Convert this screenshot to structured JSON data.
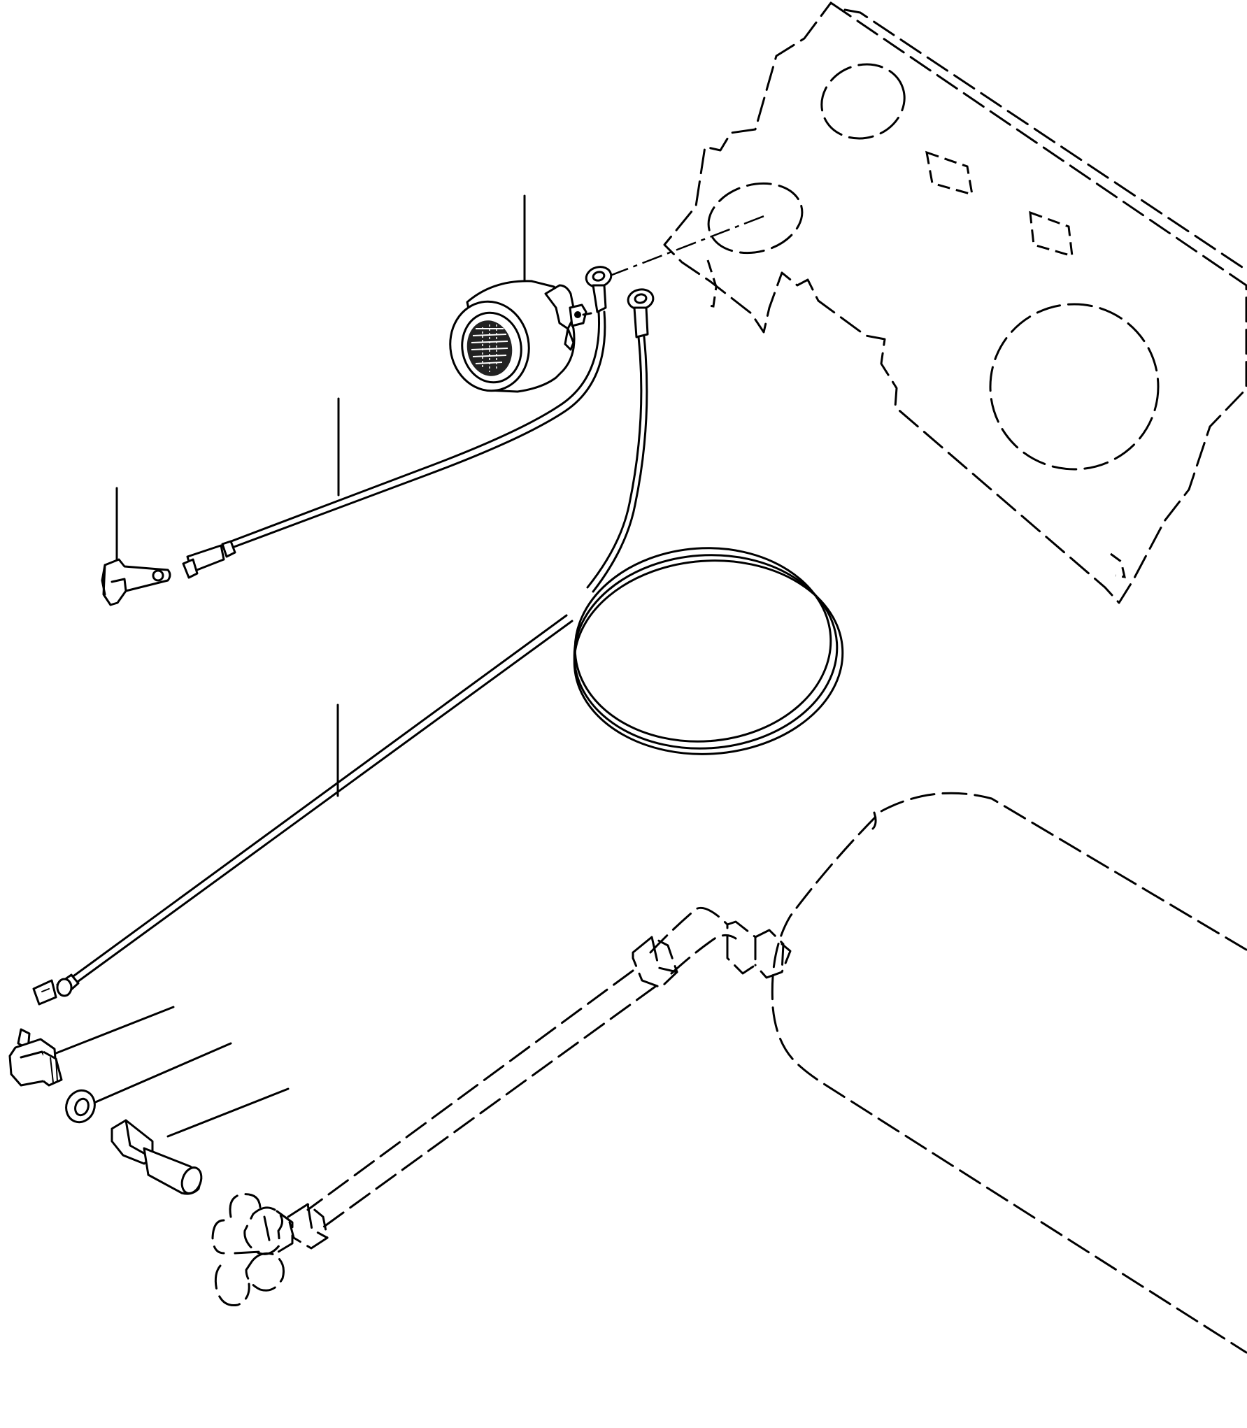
{
  "diagram": {
    "kind": "exploded parts view",
    "colors": {
      "line": "#000000",
      "background": "#ffffff"
    },
    "parts": [
      {
        "name": "gauge",
        "line_style": "solid"
      },
      {
        "name": "gauge-wire-lead",
        "line_style": "solid"
      },
      {
        "name": "terminal-connector",
        "line_style": "solid"
      },
      {
        "name": "ground-wire-coil",
        "line_style": "solid"
      },
      {
        "name": "sender-wire-lead",
        "line_style": "solid"
      },
      {
        "name": "sender-switch",
        "line_style": "solid"
      },
      {
        "name": "sealing-washer",
        "line_style": "solid"
      },
      {
        "name": "adapter-fitting",
        "line_style": "solid"
      },
      {
        "name": "instrument-panel",
        "line_style": "phantom"
      },
      {
        "name": "tank",
        "line_style": "phantom"
      },
      {
        "name": "pipe-assembly",
        "line_style": "phantom"
      }
    ],
    "callout_count": 6
  }
}
